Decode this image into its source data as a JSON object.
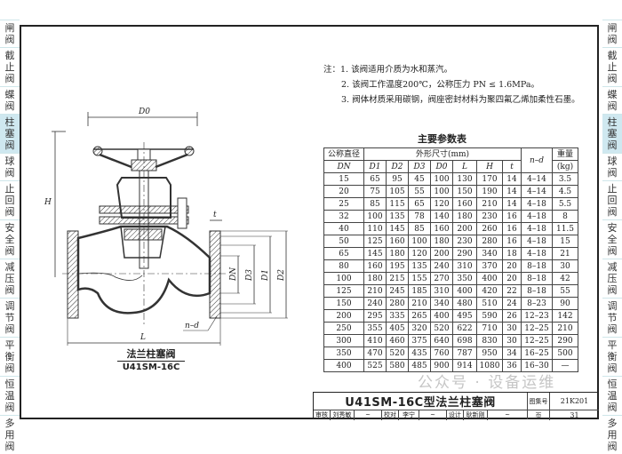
{
  "sidebar_tabs": [
    {
      "label": "闸阀",
      "active": false
    },
    {
      "label": "截止阀",
      "active": false
    },
    {
      "label": "蝶阀",
      "active": false
    },
    {
      "label": "柱塞阀",
      "active": true
    },
    {
      "label": "球阀",
      "active": false
    },
    {
      "label": "止回阀",
      "active": false
    },
    {
      "label": "安全阀",
      "active": false
    },
    {
      "label": "减压阀",
      "active": false
    },
    {
      "label": "调节阀",
      "active": false
    },
    {
      "label": "平衡阀",
      "active": false
    },
    {
      "label": "恒温阀",
      "active": false
    },
    {
      "label": "多用阀",
      "active": false
    }
  ],
  "notes": {
    "prefix": "注：",
    "items": [
      "1. 该阀适用介质为水和蒸汽。",
      "2. 该阀工作温度200℃，公称压力 PN ≤ 1.6MPa。",
      "3. 阀体材质采用碳钢，阀座密封材料为聚四氟乙烯加柔性石墨。"
    ]
  },
  "drawing": {
    "labels": {
      "D0": "D0",
      "H": "H",
      "t": "t",
      "DN": "DN",
      "D3": "D3",
      "D1": "D1",
      "D2": "D2",
      "L": "L",
      "nd": "n–d"
    },
    "caption_cn": "法兰柱塞阀",
    "caption_model": "U41SM-16C"
  },
  "table": {
    "title": "主要参数表",
    "header": {
      "dn_cn": "公称直径",
      "dn": "DN",
      "dims": "外形尺寸(mm)",
      "cols": [
        "D1",
        "D2",
        "D3",
        "D0",
        "L",
        "H",
        "t"
      ],
      "nd": "n–d",
      "weight_cn": "重量",
      "weight_unit": "(kg)"
    },
    "rows": [
      [
        "15",
        "65",
        "95",
        "45",
        "100",
        "130",
        "170",
        "14",
        "4–14",
        "3.5"
      ],
      [
        "20",
        "75",
        "105",
        "55",
        "100",
        "150",
        "190",
        "14",
        "4–14",
        "4.5"
      ],
      [
        "25",
        "85",
        "115",
        "65",
        "120",
        "160",
        "210",
        "14",
        "4–18",
        "5.5"
      ],
      [
        "32",
        "100",
        "135",
        "78",
        "140",
        "180",
        "230",
        "16",
        "4–18",
        "8"
      ],
      [
        "40",
        "110",
        "145",
        "85",
        "160",
        "200",
        "260",
        "16",
        "4–18",
        "11.5"
      ],
      [
        "50",
        "125",
        "160",
        "100",
        "180",
        "230",
        "280",
        "16",
        "4–18",
        "15"
      ],
      [
        "65",
        "145",
        "180",
        "120",
        "200",
        "290",
        "340",
        "18",
        "4–18",
        "21"
      ],
      [
        "80",
        "160",
        "195",
        "135",
        "240",
        "310",
        "370",
        "20",
        "8–18",
        "30"
      ],
      [
        "100",
        "180",
        "215",
        "155",
        "270",
        "350",
        "400",
        "20",
        "8–18",
        "42"
      ],
      [
        "125",
        "210",
        "245",
        "185",
        "310",
        "400",
        "420",
        "22",
        "8–18",
        "55"
      ],
      [
        "150",
        "240",
        "280",
        "210",
        "340",
        "480",
        "510",
        "24",
        "8–23",
        "90"
      ],
      [
        "200",
        "295",
        "335",
        "265",
        "400",
        "495",
        "590",
        "26",
        "12–23",
        "142"
      ],
      [
        "250",
        "355",
        "405",
        "320",
        "520",
        "622",
        "710",
        "30",
        "12–25",
        "210"
      ],
      [
        "300",
        "410",
        "460",
        "375",
        "640",
        "698",
        "830",
        "30",
        "12–25",
        "290"
      ],
      [
        "350",
        "470",
        "520",
        "435",
        "760",
        "787",
        "950",
        "34",
        "16–25",
        "500"
      ],
      [
        "400",
        "525",
        "580",
        "485",
        "900",
        "914",
        "1080",
        "36",
        "16–30",
        "—"
      ]
    ]
  },
  "title_block": {
    "drawing_name": "U41SM-16C型法兰柱塞阀",
    "atlas_label": "图集号",
    "atlas_no": "21K201",
    "page_label": "页",
    "page_no": "31",
    "review_label": "审核",
    "reviewer": "刘秀敏",
    "check_label": "校对",
    "checker": "李宁",
    "design_label": "设计",
    "designer": "耿新刚"
  },
  "watermark": "公众号 · 设备运维"
}
